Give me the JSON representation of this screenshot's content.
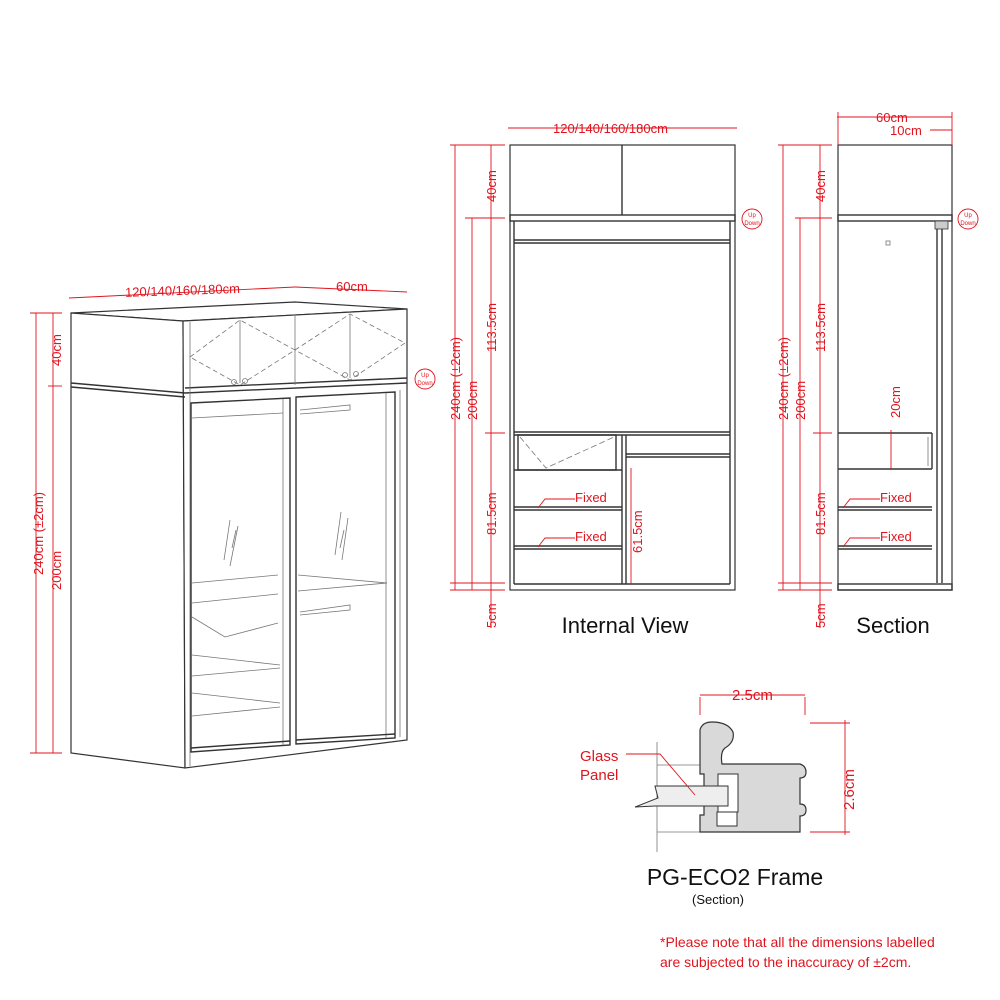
{
  "perspective_view": {
    "width_label": "120/140/160/180cm",
    "depth_label": "60cm",
    "top_height_label": "40cm",
    "total_height_label": "240cm (±2cm)",
    "body_height_label": "200cm",
    "lift_badge": {
      "up": "Up",
      "down": "Down"
    }
  },
  "internal_view": {
    "title": "Internal View",
    "width_label": "120/140/160/180cm",
    "top_height_label": "40cm",
    "total_height_label": "240cm (±2cm)",
    "body_height_label": "200cm",
    "upper_section_label": "113.5cm",
    "lower_section_label": "81.5cm",
    "plinth_label": "5cm",
    "hanging_label": "61.5cm",
    "shelf_labels": [
      "Fixed",
      "Fixed"
    ],
    "lift_badge": {
      "up": "Up",
      "down": "Down"
    }
  },
  "section_view": {
    "title": "Section",
    "depth_label": "60cm",
    "door_depth_label": "10cm",
    "top_height_label": "40cm",
    "total_height_label": "240cm (±2cm)",
    "body_height_label": "200cm",
    "upper_section_label": "113.5cm",
    "lower_section_label": "81.5cm",
    "drawer_label": "20cm",
    "plinth_label": "5cm",
    "shelf_labels": [
      "Fixed",
      "Fixed"
    ],
    "lift_badge": {
      "up": "Up",
      "down": "Down"
    }
  },
  "frame_detail": {
    "title": "PG-ECO2 Frame",
    "subtitle": "(Section)",
    "width_label": "2.5cm",
    "height_label": "2.6cm",
    "callout": [
      "Glass",
      "Panel"
    ]
  },
  "note": {
    "lines": [
      "*Please note that all the dimensions labelled",
      "are subjected to the inaccuracy of ±2cm."
    ]
  },
  "colors": {
    "dimension": "#e0141e",
    "line": "#333333",
    "frame_fill": "#d9d9d9"
  }
}
